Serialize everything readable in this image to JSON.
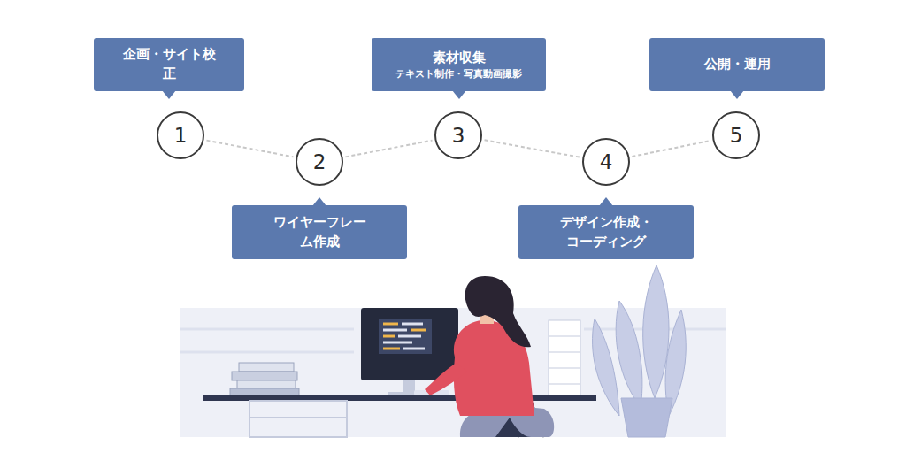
{
  "diagram": {
    "nodes": [
      {
        "text": [
          "企画・サイト校正"
        ]
      },
      {
        "text": [
          "1"
        ]
      },
      {
        "text": [
          "2"
        ]
      },
      {
        "text": [
          "ワイヤーフレーム作成"
        ]
      },
      {
        "text": [
          "素材収集",
          "テキスト制作・写真動画撮影"
        ]
      },
      {
        "text": [
          "3"
        ]
      },
      {
        "text": [
          "4"
        ]
      },
      {
        "text": [
          "デザイン作成・ コーディング"
        ]
      },
      {
        "text": [
          "公開・運用"
        ]
      },
      {
        "text": [
          "5"
        ]
      }
    ],
    "edges": [
      {
        "from": 1,
        "to": 2,
        "arrow": "none"
      },
      {
        "from": 2,
        "to": 5,
        "arrow": "none"
      },
      {
        "from": 5,
        "to": 6,
        "arrow": "none"
      },
      {
        "from": 6,
        "to": 9,
        "arrow": "none"
      }
    ]
  }
}
